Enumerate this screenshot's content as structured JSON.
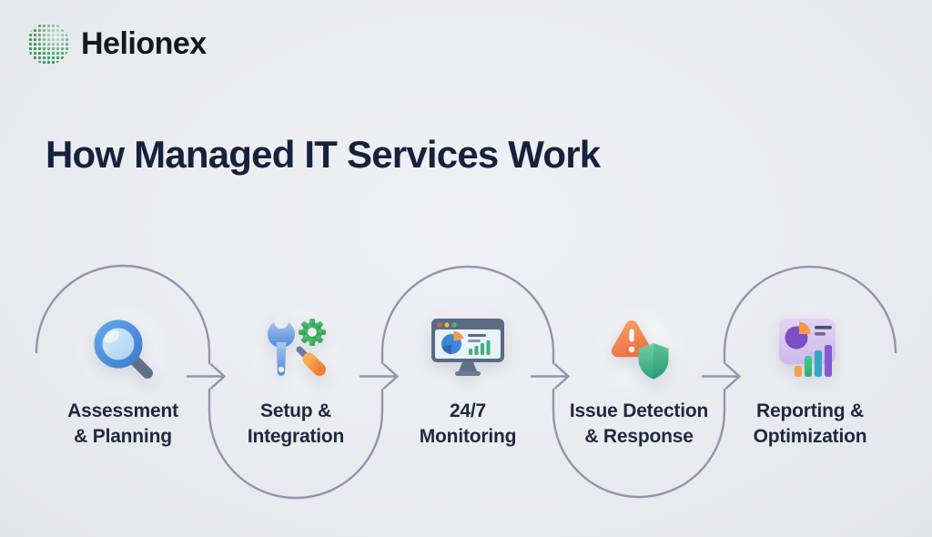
{
  "brand": {
    "name": "Helionex",
    "logo_icon": "dotted-globe-icon",
    "logo_dot_color": "#2f9e50",
    "text_color": "#15181e"
  },
  "title": "How Managed IT Services Work",
  "flow": {
    "direction": "left-to-right",
    "connector_style": "alternating semicircle arcs",
    "connector_color": "#8d97ac",
    "arrow_count": 4,
    "arrow_icon": "right-arrow-icon"
  },
  "steps": [
    {
      "id": 1,
      "icon": "magnifier-icon",
      "label_line1": "Assessment",
      "label_line2": "& Planning",
      "icon_colors": [
        "#4a90e0",
        "#c8e0f7",
        "#5f7089"
      ]
    },
    {
      "id": 2,
      "icon": "wrench-gear-screwdriver-icon",
      "label_line1": "Setup &",
      "label_line2": "Integration",
      "icon_colors": [
        "#6a9ce2",
        "#3aa85c",
        "#f5924a"
      ]
    },
    {
      "id": 3,
      "icon": "monitor-dashboard-icon",
      "label_line1": "24/7",
      "label_line2": "Monitoring",
      "icon_colors": [
        "#5a6b83",
        "#3e86d8",
        "#f19a4b",
        "#3fb07b"
      ]
    },
    {
      "id": 4,
      "icon": "warning-shield-icon",
      "label_line1": "Issue Detection",
      "label_line2": "& Response",
      "icon_colors": [
        "#f48a54",
        "#35ab7c"
      ]
    },
    {
      "id": 5,
      "icon": "report-charts-icon",
      "label_line1": "Reporting &",
      "label_line2": "Optimization",
      "icon_colors": [
        "#d6c5f0",
        "#7b4fc6",
        "#f59b45",
        "#3bbd80",
        "#34a7c9"
      ]
    }
  ],
  "text_colors": {
    "title": "#16223d",
    "step_label": "#1e2940"
  },
  "background_color": "#ebecf0"
}
